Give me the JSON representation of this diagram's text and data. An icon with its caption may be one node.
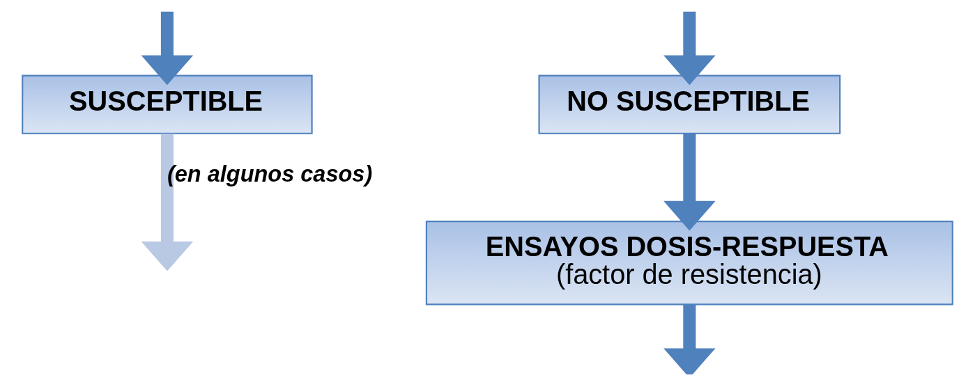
{
  "diagram": {
    "nodes": [
      {
        "text": [
          "SUSCEPTIBLE"
        ]
      },
      {
        "text": [
          "NO SUSCEPTIBLE"
        ]
      },
      {
        "text": [
          "ENSAYOS DOSIS-RESPUESTA",
          "(factor de resistencia)"
        ]
      }
    ],
    "edges": [
      {
        "from": 0,
        "to": null,
        "arrow": "to",
        "label": "(en algunos casos)",
        "color": "#b9c9e3"
      },
      {
        "from": null,
        "to": 0,
        "arrow": "to"
      },
      {
        "from": null,
        "to": 1,
        "arrow": "to"
      },
      {
        "from": 1,
        "to": 2,
        "arrow": "to"
      },
      {
        "from": 2,
        "to": null,
        "arrow": "to"
      }
    ]
  }
}
